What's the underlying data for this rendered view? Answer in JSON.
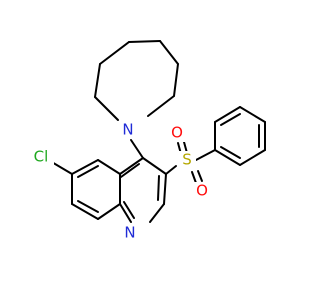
{
  "molecule": {
    "atoms": {
      "n_azepane": {
        "label": "N",
        "color": "#1f2bd6"
      },
      "n_quinoline": {
        "label": "N",
        "color": "#1f2bd6"
      },
      "s_sulfonyl": {
        "label": "S",
        "color": "#b5a800"
      },
      "o_sulfonyl_top": {
        "label": "O",
        "color": "#ff0d0d"
      },
      "o_sulfonyl_bottom": {
        "label": "O",
        "color": "#ff0d0d"
      },
      "cl": {
        "label": "Cl",
        "color": "#1fa81f"
      }
    }
  }
}
